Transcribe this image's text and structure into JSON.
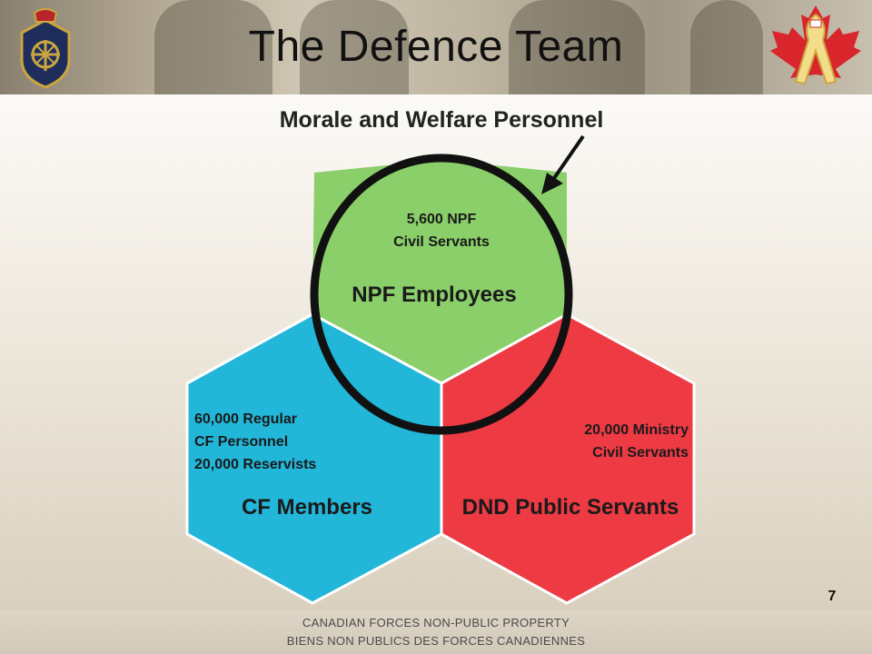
{
  "header": {
    "title": "The Defence Team"
  },
  "diagram": {
    "callout": "Morale and Welfare Personnel",
    "npf": {
      "name": "NPF Employees",
      "stat_line1": "5,600 NPF",
      "stat_line2": "Civil Servants",
      "color": "#8acf6a"
    },
    "cf": {
      "name": "CF Members",
      "stat_line1": "60,000 Regular",
      "stat_line2": "CF Personnel",
      "stat_line3": "20,000 Reservists",
      "color": "#22b6d9"
    },
    "dnd": {
      "name": "DND Public Servants",
      "stat_line1": "20,000 Ministry",
      "stat_line2": "Civil Servants",
      "color": "#ee3a43"
    }
  },
  "page_number": "7",
  "footer": {
    "line1": "CANADIAN FORCES NON-PUBLIC PROPERTY",
    "line2": "BIENS NON PUBLICS DES FORCES CANADIENNES"
  }
}
